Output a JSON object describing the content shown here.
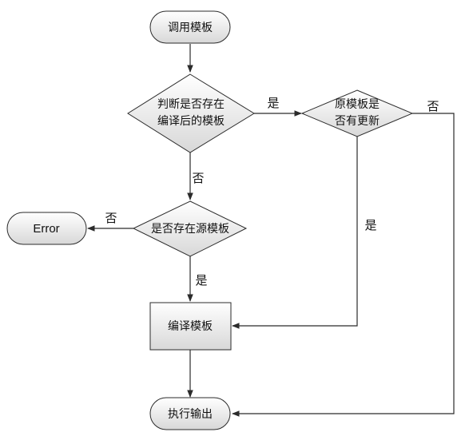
{
  "colors": {
    "node_fill_top": "#ffffff",
    "node_fill_bottom": "#dcdcdc",
    "stroke": "#2b2b2b",
    "text": "#111111"
  },
  "nodes": {
    "start": "调用模板",
    "decision_compiled": [
      "判断是否存在",
      "编译后的模板"
    ],
    "decision_updated": [
      "原模板是",
      "否有更新"
    ],
    "decision_source": "是否存在源模板",
    "error": "Error",
    "compile": "编译模板",
    "output": "执行输出"
  },
  "edges": {
    "compiled_yes": "是",
    "compiled_no": "否",
    "updated_yes": "是",
    "updated_no": "否",
    "source_yes": "是",
    "source_no": "否"
  }
}
